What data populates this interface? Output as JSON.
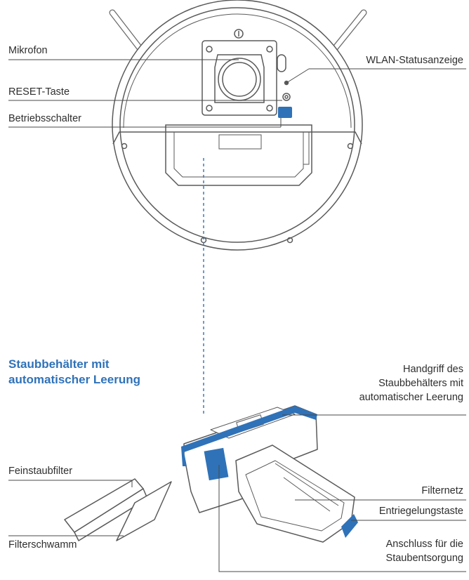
{
  "colors": {
    "accent": "#2f72b8",
    "line": "#4a4a4a",
    "outline": "#5a5a5a"
  },
  "labels": {
    "mikrofon": "Mikrofon",
    "reset": "RESET-Taste",
    "betrieb": "Betriebsschalter",
    "wlan": "WLAN-Statusanzeige",
    "feinstaub": "Feinstaubfilter",
    "filterschwamm": "Filterschwamm",
    "filternetz": "Filternetz",
    "entriegelung": "Entriegelungstaste"
  },
  "heading": {
    "line1": "Staubbehälter mit",
    "line2": "automatischer Leerung"
  },
  "handgriff": {
    "line1": "Handgriff des",
    "line2": "Staubbehälters mit",
    "line3": "automatischer Leerung"
  },
  "anschluss": {
    "line1": "Anschluss für die",
    "line2": "Staubentsorgung"
  }
}
